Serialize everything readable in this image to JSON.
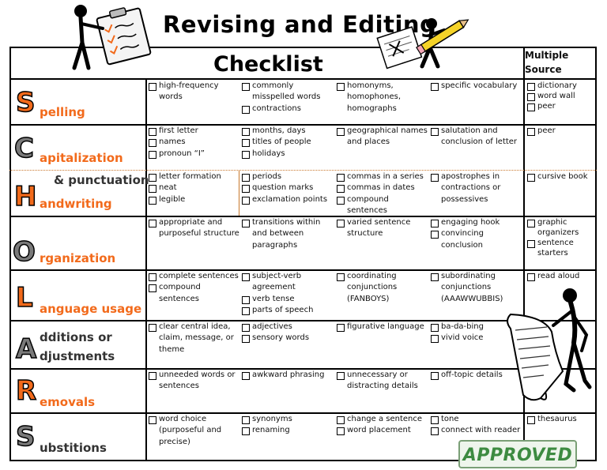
{
  "title": "Revising and Editing",
  "subtitle": "Checklist",
  "multiple_source_header": "Multiple Source",
  "rows": [
    {
      "letter": "S",
      "word": "pelling",
      "cells": [
        [
          "high-frequency words"
        ],
        [
          "commonly misspelled words",
          "contractions"
        ],
        [
          "homonyms, homophones, homographs"
        ],
        [
          "specific vocabulary"
        ]
      ],
      "sources": [
        "dictionary",
        "word wall",
        "peer"
      ]
    },
    {
      "letter": "C",
      "word": "apitalization",
      "cells": [
        [
          "first letter",
          "names",
          "pronoun “I”"
        ],
        [
          "months, days",
          "titles of people",
          "holidays"
        ],
        [
          "geographical names and places"
        ],
        [
          "salutation and conclusion of letter"
        ]
      ],
      "sources": [
        "peer"
      ]
    },
    {
      "letter": "H",
      "word": "andwriting",
      "extra": "& punctuation",
      "cells": [
        [
          "letter formation",
          "neat",
          "legible"
        ],
        [
          "periods",
          "question marks",
          "exclamation points"
        ],
        [
          "commas in a series",
          "commas in dates",
          "compound sentences"
        ],
        [
          "apostrophes in contractions or possessives"
        ]
      ],
      "sources": [
        "cursive book"
      ]
    },
    {
      "letter": "O",
      "word": "rganization",
      "cells": [
        [
          "appropriate and purposeful structure"
        ],
        [
          "transitions within and between paragraphs"
        ],
        [
          "varied sentence structure"
        ],
        [
          "engaging hook",
          "convincing conclusion"
        ]
      ],
      "sources": [
        "graphic organizers",
        "sentence starters"
      ]
    },
    {
      "letter": "L",
      "word": "anguage usage",
      "cells": [
        [
          "complete sentences",
          "compound sentences"
        ],
        [
          "subject-verb agreement",
          "verb tense",
          "parts of speech"
        ],
        [
          "coordinating conjunctions (FANBOYS)"
        ],
        [
          "subordinating conjunctions (AAAWWUBBIS)"
        ]
      ],
      "sources": [
        "read aloud"
      ]
    },
    {
      "letter": "A",
      "word": "dditions or",
      "word2": "djustments",
      "cells": [
        [
          "clear central idea, claim, message, or theme"
        ],
        [
          "adjectives",
          "sensory words"
        ],
        [
          "figurative language"
        ],
        [
          "ba-da-bing",
          "vivid voice"
        ]
      ],
      "sources": []
    },
    {
      "letter": "R",
      "word": "emovals",
      "cells": [
        [
          "unneeded words or sentences"
        ],
        [
          "awkward phrasing"
        ],
        [
          "unnecessary or distracting details"
        ],
        [
          "off-topic details"
        ]
      ],
      "sources": []
    },
    {
      "letter": "S",
      "word": "ubstitions",
      "cells": [
        [
          "word choice (purposeful and precise)"
        ],
        [
          "synonyms",
          "renaming"
        ],
        [
          "change a sentence",
          "word placement"
        ],
        [
          "tone",
          "connect with reader"
        ]
      ],
      "sources": [
        "thesaurus"
      ]
    }
  ],
  "stamp": "APPROVED",
  "colors": {
    "accent": "#f26a1b",
    "pencil": "#f5d328",
    "stamp": "#3d8b41"
  },
  "icons": [
    "stick-figure-clipboard-icon",
    "stick-figure-pencil-icon",
    "stick-figure-scroll-icon"
  ]
}
